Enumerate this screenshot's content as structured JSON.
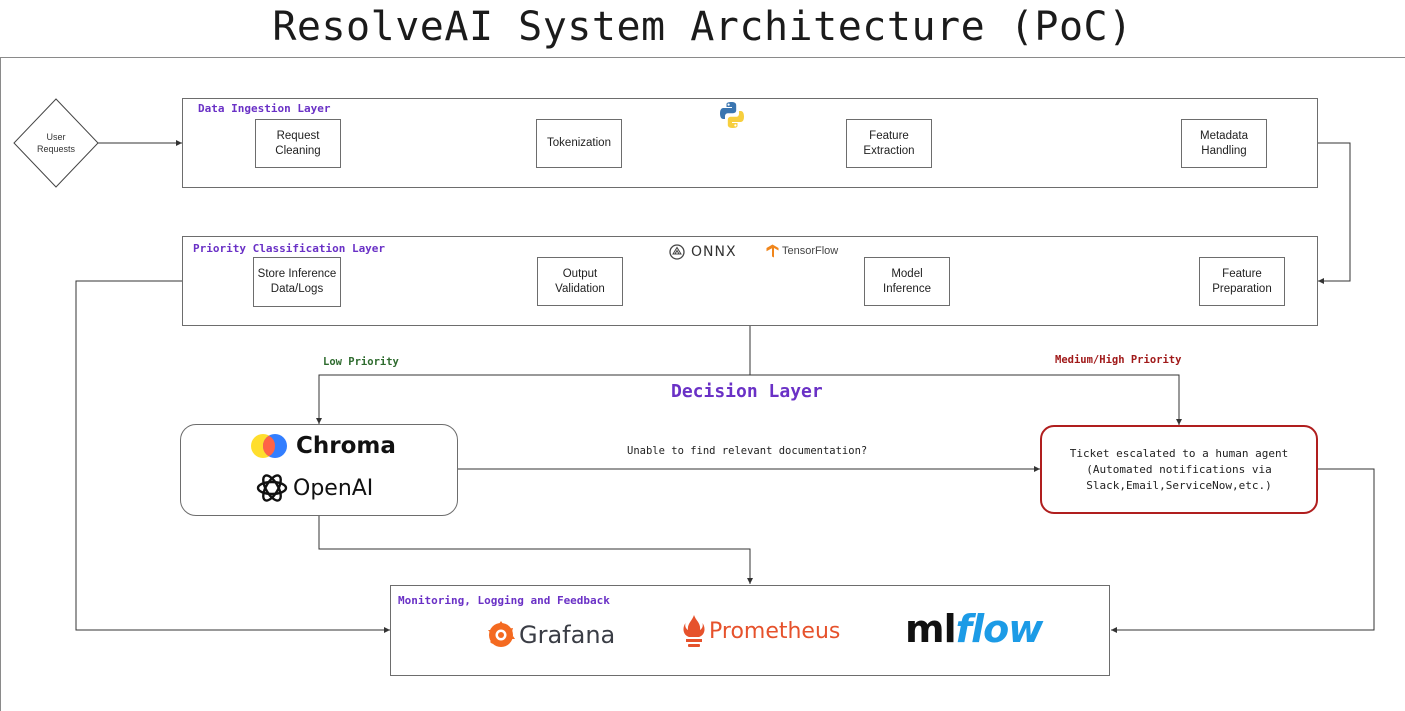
{
  "title": "ResolveAI System Architecture (PoC)",
  "start_node": "User\nRequests",
  "ingestion": {
    "label": "Data Ingestion Layer",
    "steps": [
      "Request\nCleaning",
      "Tokenization",
      "Feature\nExtraction",
      "Metadata\nHandling"
    ],
    "logo": "python-logo"
  },
  "classification": {
    "label": "Priority Classification Layer",
    "steps": [
      "Store Inference\nData/Logs",
      "Output\nValidation",
      "Model\nInference",
      "Feature\nPreparation"
    ],
    "logos": [
      "ONNX",
      "TensorFlow"
    ]
  },
  "decision": {
    "label": "Decision Layer",
    "low_label": "Low Priority",
    "high_label": "Medium/High Priority",
    "question": "Unable to find relevant documentation?",
    "low_logos": [
      "Chroma",
      "OpenAI"
    ],
    "escalation": "Ticket escalated to a human agent (Automated notifications via\nSlack,Email,ServiceNow,etc.)"
  },
  "monitoring": {
    "label": "Monitoring, Logging and Feedback",
    "logos": [
      "Grafana",
      "Prometheus",
      "mlflow"
    ]
  },
  "colors": {
    "layer_label": "#6a31c6",
    "low": "#2e6b2e",
    "high": "#a01919",
    "escalation_border": "#b01e1e"
  }
}
